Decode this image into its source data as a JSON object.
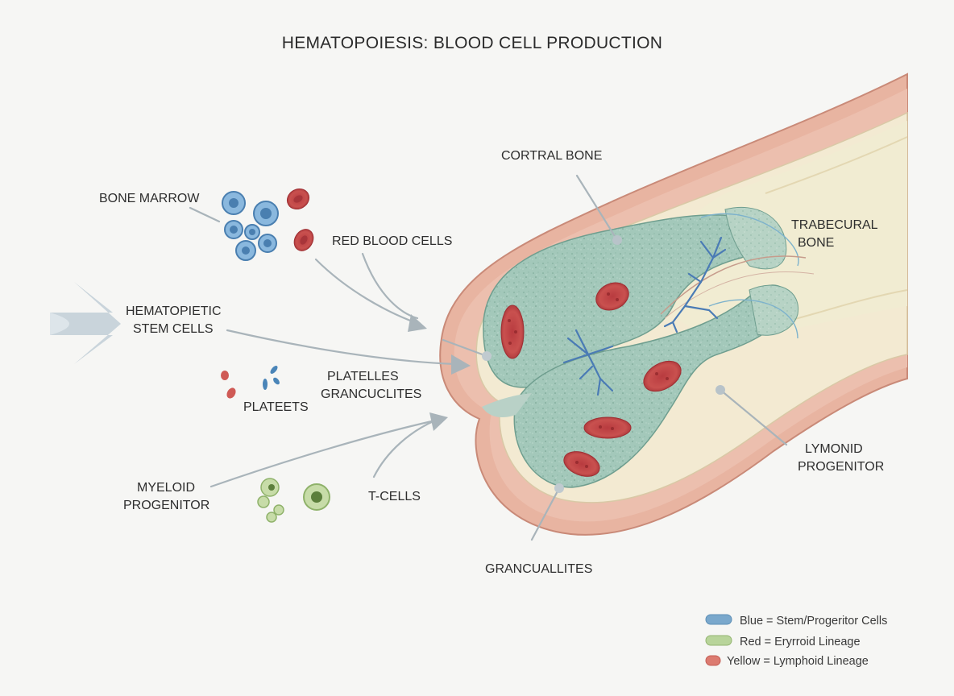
{
  "title": "HEMATOPOIESIS: BLOOD CELL PRODUCTION",
  "labels": {
    "bone_marrow": "BONE MARROW",
    "red_blood_cells": "RED BLOOD CELLS",
    "hsc_line1": "HEMATOPIETIC",
    "hsc_line2": "STEM CELLS",
    "platelles_line1": "PLATELLES",
    "platelles_line2": "GRANCUCLITES",
    "plateets": "PLATEETS",
    "myeloid_line1": "MYELOID",
    "myeloid_line2": "PROGENITOR",
    "t_cells": "T-CELLS",
    "cortral_bone": "CORTRAL BONE",
    "trabecural_line1": "TRABECURAL",
    "trabecural_line2": "BONE",
    "lymonid_line1": "LYMONID",
    "lymonid_line2": "PROGENITOR",
    "grancuallites": "GRANCUALLITES"
  },
  "legend": [
    {
      "text": "Blue = Stem/Progeritor Cells",
      "color": "#7aa8cc"
    },
    {
      "text": "Red = Eryrroid Lineage",
      "color": "#b8d49a"
    },
    {
      "text": "Yellow = Lymphoid Lineage",
      "color": "#dc7b70"
    }
  ],
  "colors": {
    "stem_blue": "#6fa3d1",
    "erythroid_red": "#c8484a",
    "myeloid_green": "#b9d39a",
    "cortical_pink": "#e9b09c",
    "marrow_green": "#9cc3b4",
    "trabecular_cream": "#f1ecd2"
  }
}
